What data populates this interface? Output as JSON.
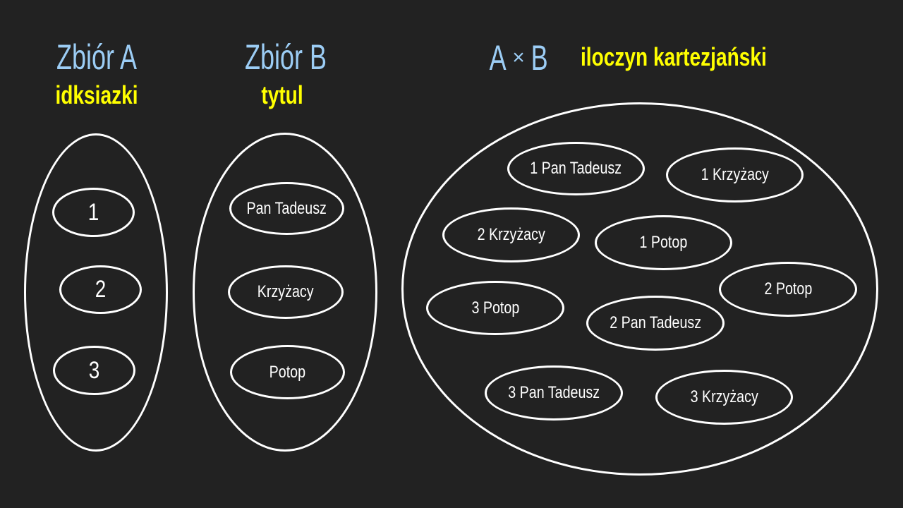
{
  "set_a": {
    "title": "Zbiór A",
    "subtitle": "idksiazki",
    "items": [
      "1",
      "2",
      "3"
    ]
  },
  "set_b": {
    "title": "Zbiór B",
    "subtitle": "tytul",
    "items": [
      "Pan Tadeusz",
      "Krzyżacy",
      "Potop"
    ]
  },
  "product": {
    "left": "A",
    "operator": "×",
    "right": "B",
    "subtitle": "iloczyn kartezjański",
    "items": [
      "1 Pan Tadeusz",
      "1 Krzyżacy",
      "2  Krzyżacy",
      "1 Potop",
      "2 Potop",
      "3  Potop",
      "2 Pan Tadeusz",
      "3 Pan Tadeusz",
      "3 Krzyżacy"
    ]
  },
  "colors": {
    "background": "#222222",
    "title": "#9ccdf5",
    "subtitle": "#ffff00",
    "outline": "#ffffff"
  }
}
